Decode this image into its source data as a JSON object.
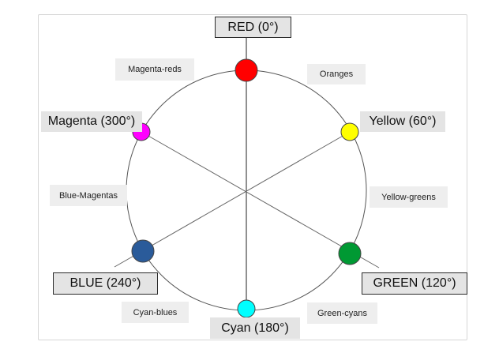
{
  "primaries": {
    "red": {
      "label": "RED (0°)",
      "color": "#ff0000"
    },
    "green": {
      "label": "GREEN (120°)",
      "color": "#009933"
    },
    "blue": {
      "label": "BLUE (240°)",
      "color": "#2a5b9a"
    }
  },
  "secondaries": {
    "yellow": {
      "label": "Yellow (60°)",
      "color": "#ffff00"
    },
    "cyan": {
      "label": "Cyan (180°)",
      "color": "#00ffff"
    },
    "magenta": {
      "label": "Magenta (300°)",
      "color": "#ff00ff"
    }
  },
  "intermediates": {
    "oranges": "Oranges",
    "yellow_greens": "Yellow-greens",
    "green_cyans": "Green-cyans",
    "cyan_blues": "Cyan-blues",
    "blue_magentas": "Blue-Magentas",
    "magenta_reds": "Magenta-reds"
  },
  "line_color": "#555555",
  "circle_color": "#555555"
}
